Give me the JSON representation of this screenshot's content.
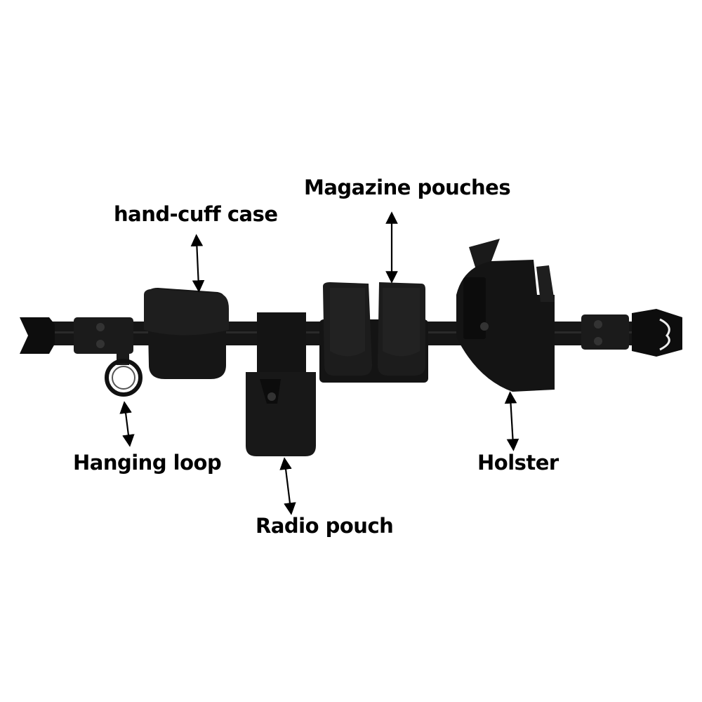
{
  "diagram": {
    "subject": "Tactical duty belt with accessories",
    "labels": [
      {
        "id": "handcuff",
        "text": "hand-cuff case"
      },
      {
        "id": "magazine",
        "text": "Magazine pouches"
      },
      {
        "id": "hanging",
        "text": "Hanging loop"
      },
      {
        "id": "radio",
        "text": "Radio pouch"
      },
      {
        "id": "holster",
        "text": "Holster"
      }
    ],
    "colors": {
      "background": "#ffffff",
      "belt": "#141414",
      "text": "#000000"
    }
  }
}
